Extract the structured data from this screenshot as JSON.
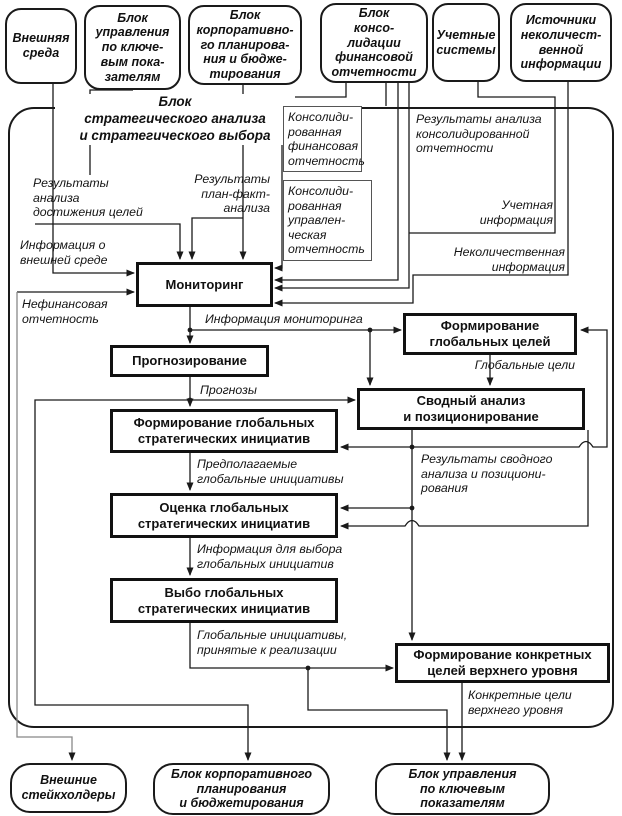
{
  "diagram": {
    "container_title": "Блок\nстратегического анализа\nи стратегического выбора",
    "top_boxes": [
      {
        "label": "Внешняя\nсреда"
      },
      {
        "label": "Блок\nуправления\nпо ключе-\nвым пока-\nзателям"
      },
      {
        "label": "Блок\nкорпоративно-\nго планирова-\nния и бюдже-\nтирования"
      },
      {
        "label": "Блок\nконсо-\nлидации\nфинансовой\nотчетности"
      },
      {
        "label": "Учетные\nсистемы"
      },
      {
        "label": "Источники\nнеколичест-\nвенной\nинформации"
      }
    ],
    "process_boxes": [
      {
        "label": "Мониторинг"
      },
      {
        "label": "Формирование\nглобальных целей"
      },
      {
        "label": "Прогнозирование"
      },
      {
        "label": "Сводный анализ\nи позиционирование"
      },
      {
        "label": "Формирование глобальных\nстратегических инициатив"
      },
      {
        "label": "Оценка глобальных\nстратегических инициатив"
      },
      {
        "label": "Выбо глобальных\nстратегических инициатив"
      },
      {
        "label": "Формирование конкретных\nцелей верхнего уровня"
      }
    ],
    "bottom_boxes": [
      {
        "label": "Внешние\nстейкхолдеры"
      },
      {
        "label": "Блок корпоративного\nпланирования\nи бюджетирования"
      },
      {
        "label": "Блок управления\nпо ключевым\nпоказателям"
      }
    ],
    "boxed_labels": [
      {
        "label": "Консолиди-\nрованная\nфинансовая\nотчетность"
      },
      {
        "label": "Консолиди-\nрованная\nуправлен-\nческая\nотчетность"
      }
    ],
    "flow_labels": {
      "results_goal_analysis": "Результаты\nанализа\nдостижения целей",
      "results_plan_fact": "Результаты\nплан-факт-\nанализа",
      "external_env_info": "Информация о\nвнешней среде",
      "non_financial_reporting": "Нефинансовая\nотчетность",
      "results_consolidated_analysis": "Результаты анализа\nконсолидированной\nотчетности",
      "accounting_info": "Учетная\nинформация",
      "non_quantitative_info": "Неколичественная\nинформация",
      "monitoring_info": "Информация мониторинга",
      "forecasts": "Прогнозы",
      "global_goals": "Глобальные цели",
      "proposed_global_initiatives": "Предполагаемые\nглобальные инициативы",
      "results_summary_analysis": "Результаты сводного\nанализа и позициони-\nрования",
      "info_for_choice": "Информация для выбора\nглобальных инициатив",
      "initiatives_accepted": "Глобальные инициативы,\nпринятые к реализации",
      "specific_top_goals": "Конкретные цели\nверхнего уровня"
    },
    "colors": {
      "line": "#1a1a1a",
      "secondary_line": "#888888"
    }
  }
}
